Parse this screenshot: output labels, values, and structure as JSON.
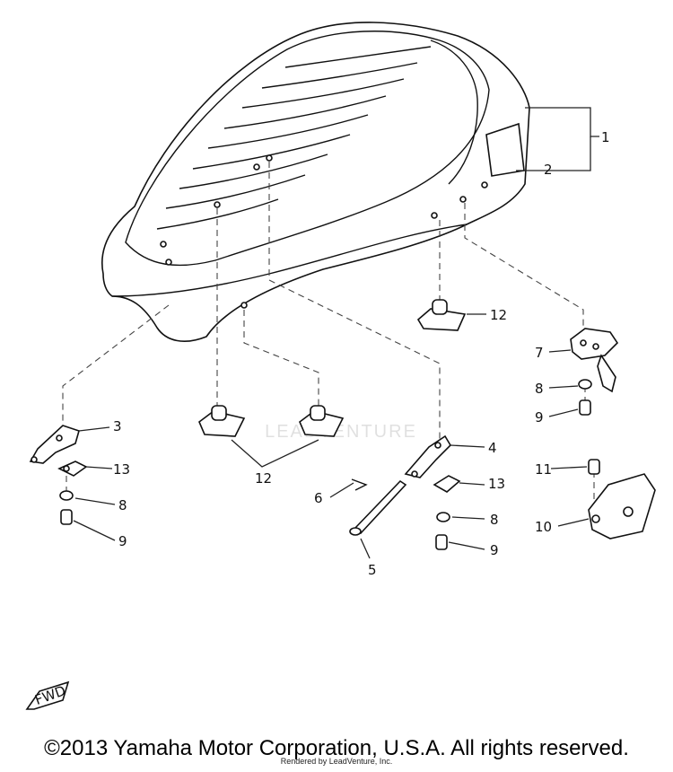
{
  "diagram": {
    "title": "",
    "callouts": {
      "c1": "1",
      "c2": "2",
      "c3": "3",
      "c4": "4",
      "c5": "5",
      "c6": "6",
      "c7": "7",
      "c8a": "8",
      "c8b": "8",
      "c8c": "8",
      "c9a": "9",
      "c9b": "9",
      "c9c": "9",
      "c10": "10",
      "c11": "11",
      "c12a": "12",
      "c12b": "12",
      "c13a": "13",
      "c13b": "13"
    },
    "fwd_label": "FWD"
  },
  "watermark": {
    "text": "LEADVENTURE"
  },
  "footer": {
    "copyright": "©2013 Yamaha Motor Corporation, U.S.A. All rights reserved.",
    "rendered_by": "Rendered by LeadVenture, Inc."
  }
}
